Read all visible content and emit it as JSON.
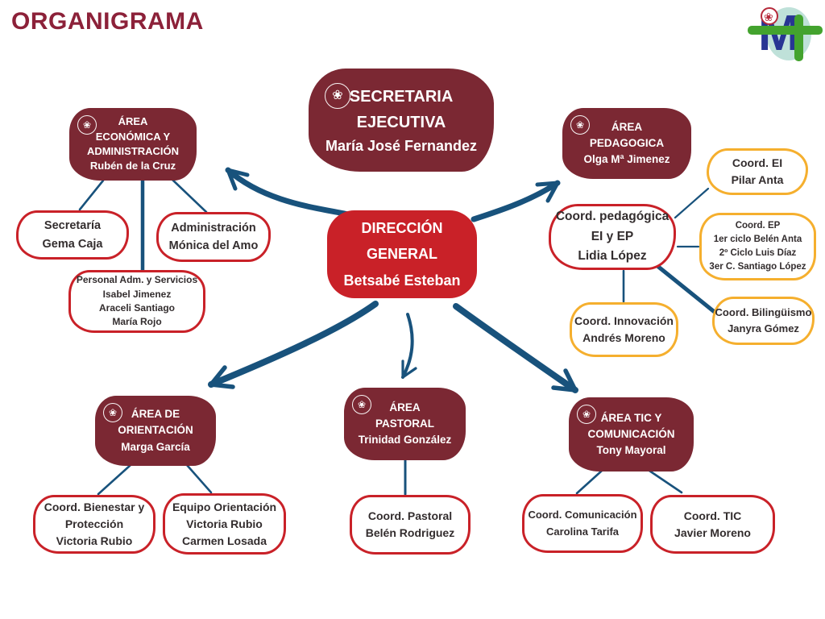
{
  "title": "ORGANIGRAMA",
  "emblem_icon": "❀",
  "logo": {
    "letter": "M",
    "flower": "❀"
  },
  "colors": {
    "maroon": "#7B2833",
    "red": "#C92128",
    "yellow": "#F5AF2E",
    "navy": "#18527C",
    "ink": "#332D2E",
    "title": "#8C2139",
    "logo_blue": "#283593",
    "logo_green": "#43A32E",
    "logo_teal": "#BFE1D9",
    "logo_red": "#B5293A"
  },
  "nodes": {
    "secretaria_ejecutiva": {
      "l1": "SECRETARIA",
      "l2": "EJECUTIVA",
      "person": "María José Fernandez"
    },
    "direccion_general": {
      "l1": "DIRECCIÓN",
      "l2": "GENERAL",
      "person": "Betsabé Esteban"
    },
    "area_economica": {
      "l1": "ÁREA",
      "l2": "ECONÓMICA Y",
      "l3": "ADMINISTRACIÓN",
      "person": "Rubén de la Cruz"
    },
    "secretaria": {
      "l1": "Secretaría",
      "l2": "Gema Caja"
    },
    "administracion": {
      "l1": "Administración",
      "l2": "Mónica del Amo"
    },
    "personal": {
      "l1": "Personal Adm. y Servicios",
      "l2": "Isabel Jimenez",
      "l3": "Araceli Santiago",
      "l4": "María Rojo"
    },
    "area_pedagogica": {
      "l1": "ÁREA",
      "l2": "PEDAGOGICA",
      "person": "Olga Mª Jimenez"
    },
    "coord_pedagogica": {
      "l1": "Coord. pedagógica",
      "l2": "EI y EP",
      "person": "Lidia López"
    },
    "coord_ei": {
      "l1": "Coord. EI",
      "l2": "Pilar Anta"
    },
    "coord_ep": {
      "l1": "Coord. EP",
      "l2": "1er ciclo Belén Anta",
      "l3": "2º Ciclo Luis Díaz",
      "l4": "3er C. Santiago López"
    },
    "coord_innovacion": {
      "l1": "Coord. Innovación",
      "l2": "Andrés Moreno"
    },
    "coord_bilinguismo": {
      "l1": "Coord. Bilingüismo",
      "l2": "Janyra Gómez"
    },
    "area_orientacion": {
      "l1": "ÁREA DE",
      "l2": "ORIENTACIÓN",
      "person": "Marga García"
    },
    "coord_bienestar": {
      "l1": "Coord. Bienestar y",
      "l2": "Protección",
      "l3": "Victoria Rubio"
    },
    "equipo_orientacion": {
      "l1": "Equipo Orientación",
      "l2": "Victoria Rubio",
      "l3": "Carmen Losada"
    },
    "area_pastoral": {
      "l1": "ÁREA",
      "l2": "PASTORAL",
      "person": "Trinidad González"
    },
    "coord_pastoral": {
      "l1": "Coord. Pastoral",
      "l2": "Belén Rodriguez"
    },
    "area_tic": {
      "l1": "ÁREA TIC Y",
      "l2": "COMUNICACIÓN",
      "person": "Tony Mayoral"
    },
    "coord_comunicacion": {
      "l1": "Coord. Comunicación",
      "l2": "Carolina Tarifa"
    },
    "coord_tic": {
      "l1": "Coord. TIC",
      "l2": "Javier Moreno"
    }
  }
}
